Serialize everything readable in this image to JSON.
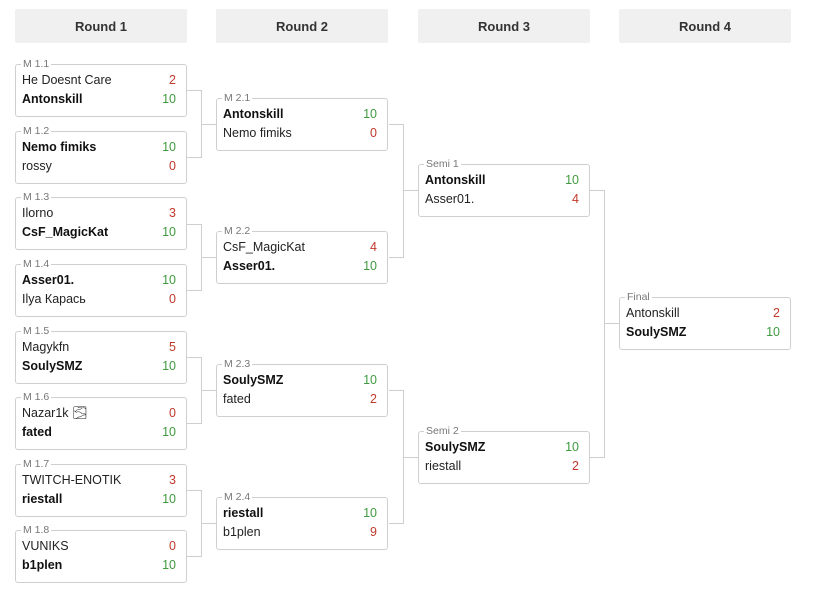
{
  "rounds": [
    "Round 1",
    "Round 2",
    "Round 3",
    "Round 4"
  ],
  "colors": {
    "win_score": "#3f9a3f",
    "lose_score": "#c0392b",
    "border": "#cfcfcf",
    "header_bg": "#f0f0f0"
  },
  "matches": [
    {
      "label": "M 1.1",
      "p1": "He Doesnt Care",
      "s1": "2",
      "p2": "Antonskill",
      "s2": "10",
      "winner": 2
    },
    {
      "label": "M 1.2",
      "p1": "Nemo fimiks",
      "s1": "10",
      "p2": "rossy",
      "s2": "0",
      "winner": 1
    },
    {
      "label": "M 1.3",
      "p1": "Ilorno",
      "s1": "3",
      "p2": "CsF_MagicKat",
      "s2": "10",
      "winner": 2
    },
    {
      "label": "M 1.4",
      "p1": "Asser01.",
      "s1": "10",
      "p2": "Ilya Карась",
      "s2": "0",
      "winner": 1
    },
    {
      "label": "M 1.5",
      "p1": "Magykfn",
      "s1": "5",
      "p2": "SoulySMZ",
      "s2": "10",
      "winner": 2
    },
    {
      "label": "M 1.6",
      "p1": "Nazar1k 🌫",
      "s1": "0",
      "p2": "fated",
      "s2": "10",
      "winner": 2
    },
    {
      "label": "M 1.7",
      "p1": "TWITCH-ENOTIK",
      "s1": "3",
      "p2": "riestall",
      "s2": "10",
      "winner": 2
    },
    {
      "label": "M 1.8",
      "p1": "VUNIKS",
      "s1": "0",
      "p2": "b1plen",
      "s2": "10",
      "winner": 2
    },
    {
      "label": "M 2.1",
      "p1": "Antonskill",
      "s1": "10",
      "p2": "Nemo fimiks",
      "s2": "0",
      "winner": 1
    },
    {
      "label": "M 2.2",
      "p1": "CsF_MagicKat",
      "s1": "4",
      "p2": "Asser01.",
      "s2": "10",
      "winner": 2
    },
    {
      "label": "M 2.3",
      "p1": "SoulySMZ",
      "s1": "10",
      "p2": "fated",
      "s2": "2",
      "winner": 1
    },
    {
      "label": "M 2.4",
      "p1": "riestall",
      "s1": "10",
      "p2": "b1plen",
      "s2": "9",
      "winner": 1
    },
    {
      "label": "Semi 1",
      "p1": "Antonskill",
      "s1": "10",
      "p2": "Asser01.",
      "s2": "4",
      "winner": 1
    },
    {
      "label": "Semi 2",
      "p1": "SoulySMZ",
      "s1": "10",
      "p2": "riestall",
      "s2": "2",
      "winner": 1
    },
    {
      "label": "Final",
      "p1": "Antonskill",
      "s1": "2",
      "p2": "SoulySMZ",
      "s2": "10",
      "winner": 2
    }
  ]
}
